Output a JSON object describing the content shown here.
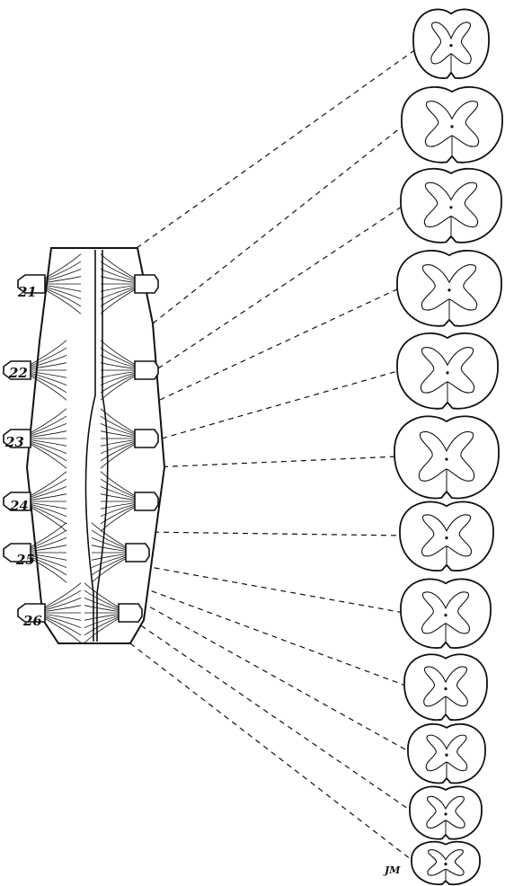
{
  "figure": {
    "segment_labels": [
      "21",
      "22",
      "23",
      "24",
      "25",
      "26"
    ],
    "signature": "JM",
    "cross_section_count": 12,
    "line_color": "#111111",
    "background": "#ffffff"
  }
}
